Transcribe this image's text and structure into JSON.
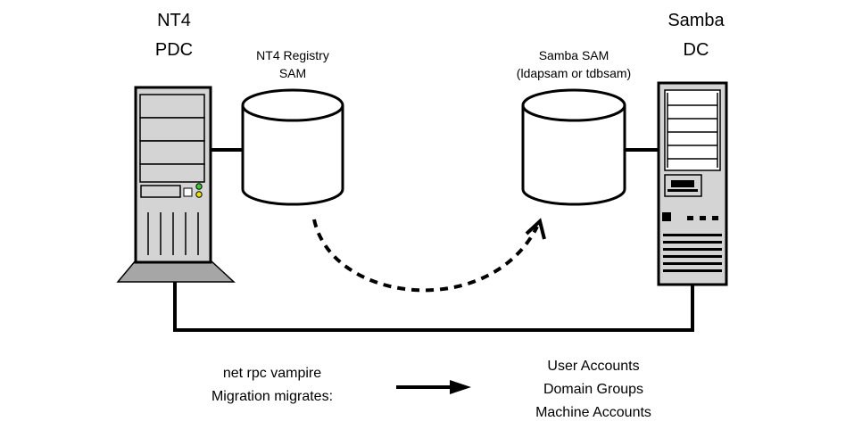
{
  "nodes": {
    "nt4_pdc": {
      "line1": "NT4",
      "line2": "PDC"
    },
    "samba_dc": {
      "line1": "Samba",
      "line2": "DC"
    },
    "nt4_db": {
      "line1": "NT4 Registry",
      "line2": "SAM"
    },
    "samba_db": {
      "line1": "Samba SAM",
      "line2": "(ldapsam or tdbsam)"
    }
  },
  "migration": {
    "command_line1": "net rpc vampire",
    "command_line2": "Migration migrates:",
    "items": [
      "User Accounts",
      "Domain Groups",
      "Machine Accounts"
    ]
  },
  "colors": {
    "server_body": "#d4d4d4",
    "server_base": "#a6a6a6",
    "led_green": "#33cc33",
    "led_yellow": "#e6e600"
  }
}
